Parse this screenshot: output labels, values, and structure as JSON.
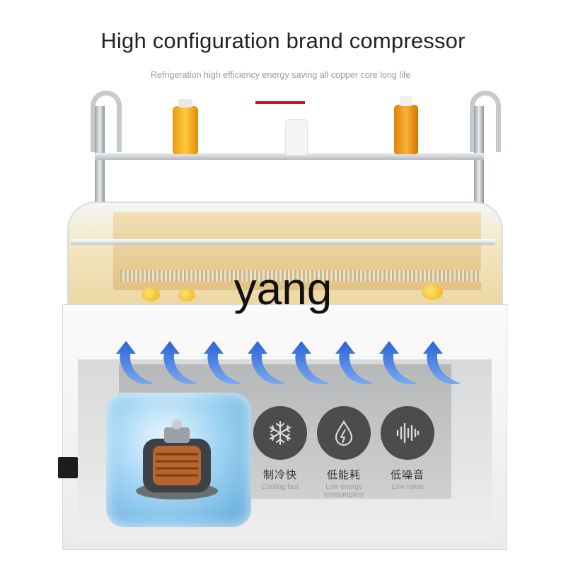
{
  "header": {
    "title": "High configuration brand compressor",
    "subtitle": "Refrigeration high efficiency energy saving all copper core long life"
  },
  "watermark": "yang",
  "features": [
    {
      "cn": "制冷快",
      "en": "Cooling fast",
      "icon": "snowflake-icon"
    },
    {
      "cn": "低能耗",
      "en": "Low energy consumption",
      "icon": "energy-drop-icon"
    },
    {
      "cn": "低噪音",
      "en": "Low noise",
      "icon": "sound-wave-icon"
    }
  ],
  "colors": {
    "accent": "#c0182b",
    "arrow": "#2f6fd8",
    "feature_circle": "#4c4c4e"
  }
}
